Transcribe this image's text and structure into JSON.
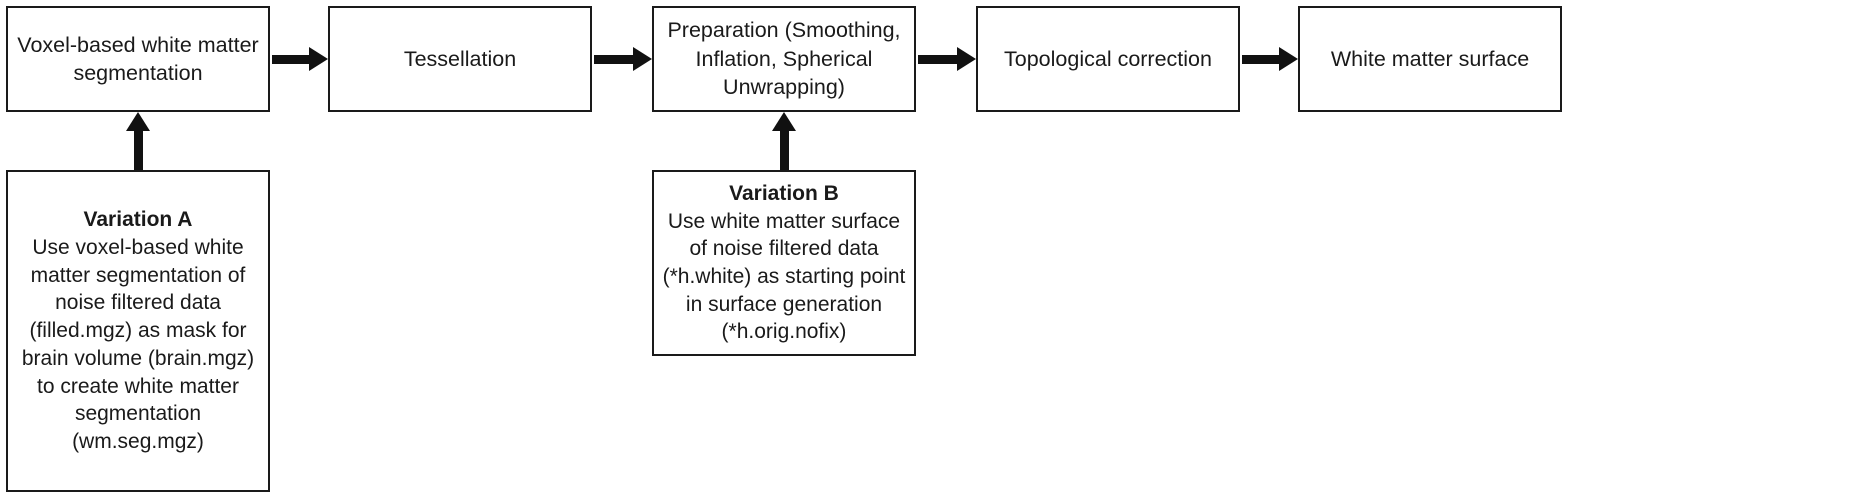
{
  "diagram": {
    "title": "FreeSurfer white matter surface pipeline with variations",
    "colors": {
      "stroke": "#1a1a1a",
      "arrow": "#111111",
      "fill": "#ffffff",
      "text": "#1a1a1a"
    },
    "pipeline": [
      {
        "id": "wm-seg",
        "label": "Voxel-based white matter segmentation"
      },
      {
        "id": "tessellation",
        "label": "Tessellation"
      },
      {
        "id": "preparation",
        "label": "Preparation (Smoothing, Inflation, Spherical Unwrapping)"
      },
      {
        "id": "topological-correction",
        "label": "Topological correction"
      },
      {
        "id": "white-matter-surface",
        "label": "White matter surface"
      }
    ],
    "variations": [
      {
        "id": "variation-a",
        "title": "Variation A",
        "body": "Use voxel-based white matter segmentation of noise filtered data (filled.mgz) as mask for brain volume (brain.mgz) to create white matter segmentation (wm.seg.mgz)"
      },
      {
        "id": "variation-b",
        "title": "Variation B",
        "body": "Use white matter surface of noise filtered data (*h.white) as starting point in surface generation (*h.orig.nofix)"
      }
    ],
    "connectors": [
      {
        "id": "arrow-1",
        "from": "wm-seg",
        "to": "tessellation",
        "direction": "right"
      },
      {
        "id": "arrow-2",
        "from": "tessellation",
        "to": "preparation",
        "direction": "right"
      },
      {
        "id": "arrow-3",
        "from": "preparation",
        "to": "topological-correction",
        "direction": "right"
      },
      {
        "id": "arrow-4",
        "from": "topological-correction",
        "to": "white-matter-surface",
        "direction": "right"
      },
      {
        "id": "arrow-a",
        "from": "variation-a",
        "to": "wm-seg",
        "direction": "up"
      },
      {
        "id": "arrow-b",
        "from": "variation-b",
        "to": "preparation",
        "direction": "up"
      }
    ]
  }
}
